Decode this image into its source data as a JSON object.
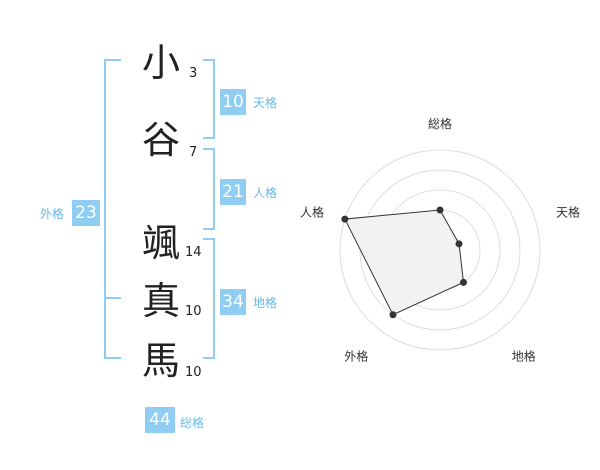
{
  "name": {
    "chars": [
      {
        "char": "小",
        "strokes": "3"
      },
      {
        "char": "谷",
        "strokes": "7"
      },
      {
        "char": "颯",
        "strokes": "14"
      },
      {
        "char": "真",
        "strokes": "10"
      },
      {
        "char": "馬",
        "strokes": "10"
      }
    ]
  },
  "fortune": {
    "tenkaku": {
      "label": "天格",
      "value": "10"
    },
    "jinkaku": {
      "label": "人格",
      "value": "21"
    },
    "chikaku": {
      "label": "地格",
      "value": "34"
    },
    "gaikaku": {
      "label": "外格",
      "value": "23"
    },
    "soukaku": {
      "label": "総格",
      "value": "44"
    }
  },
  "colors": {
    "accent": "#8fcdf3",
    "accent_text": "#66b8e8"
  },
  "chart_data": {
    "type": "radar",
    "axes": [
      "総格",
      "天格",
      "地格",
      "外格",
      "人格"
    ],
    "values": [
      2,
      1,
      2,
      4,
      5
    ],
    "rmax": 5,
    "rings": 5,
    "grid": true,
    "fill": "#f2f2f2"
  }
}
